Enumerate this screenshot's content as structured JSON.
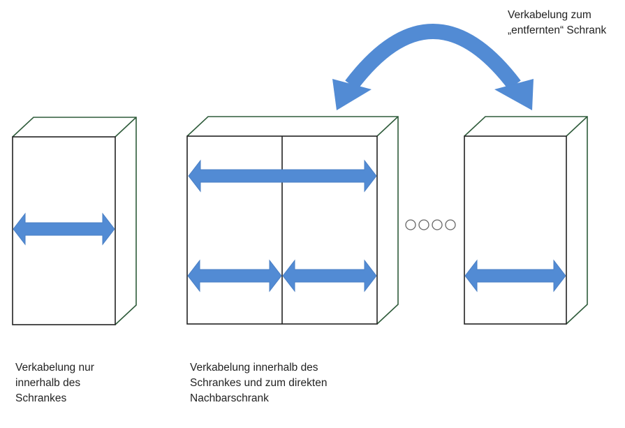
{
  "colors": {
    "arrow": "#528bd4",
    "cabinet_front": "#222222",
    "cabinet_back": "#2e5b3a"
  },
  "labels": {
    "remote": [
      "Verkabelung zum",
      "„entfernten“ Schrank"
    ],
    "single": [
      "Verkabelung nur",
      "innerhalb des",
      "Schrankes"
    ],
    "neighbor": [
      "Verkabelung innerhalb des",
      "Schrankes und zum direkten",
      "Nachbarschrank"
    ]
  },
  "ellipsis_icon": "four-circles"
}
